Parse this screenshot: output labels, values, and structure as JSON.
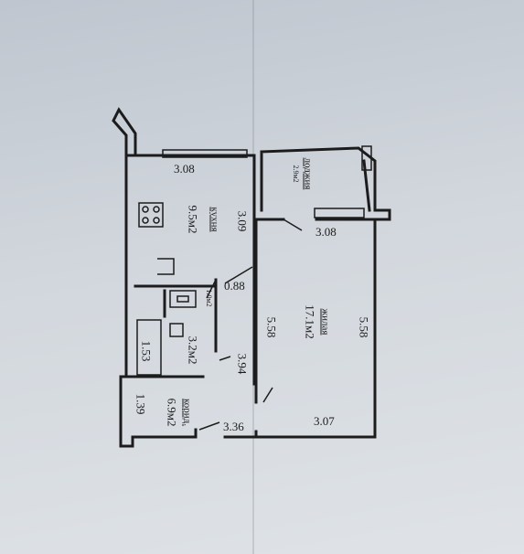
{
  "rooms": {
    "kitchen": {
      "name": "кухня",
      "area": "9.5м2"
    },
    "living": {
      "name": "жилая",
      "area": "17.1м2"
    },
    "loggia": {
      "name": "лоджия",
      "area": "2.9м2"
    },
    "corridor": {
      "name": "корид.",
      "area": "6.9м2"
    },
    "bath": {
      "area": "3.2м2"
    },
    "wc": {
      "area": "1.0м2"
    }
  },
  "dimensions": {
    "kitchen_width": "3.08",
    "kitchen_length": "3.09",
    "loggia_width": "3.08",
    "living_length_left": "5.58",
    "living_length_right": "5.58",
    "living_width": "3.07",
    "wc_width": "0.88",
    "corridor_length": "3.94",
    "corridor_width": "3.36",
    "bath_length": "1.53",
    "corridor_side": "1.39"
  },
  "colors": {
    "ink": "#1c1c1c",
    "paper": "#d2d7dd"
  }
}
